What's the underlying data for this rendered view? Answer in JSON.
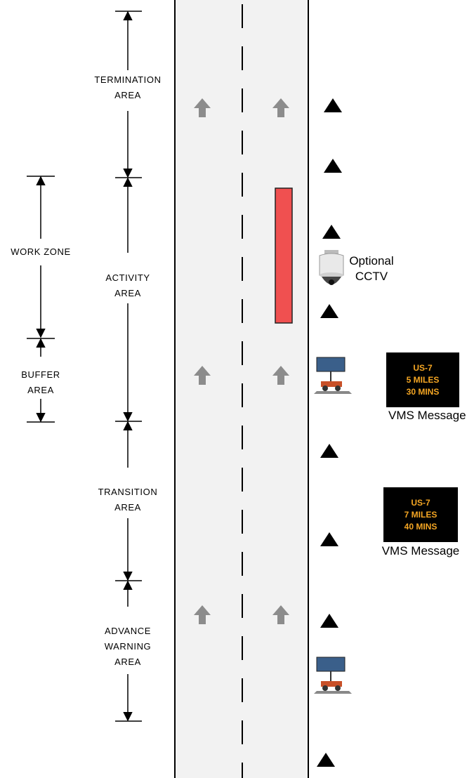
{
  "zones": {
    "termination": [
      "TERMINATION",
      "AREA"
    ],
    "work_zone": [
      "WORK ZONE"
    ],
    "activity": [
      "ACTIVITY",
      "AREA"
    ],
    "buffer": [
      "BUFFER",
      "AREA"
    ],
    "transition": [
      "TRANSITION",
      "AREA"
    ],
    "advance_warning": [
      "ADVANCE",
      "WARNING",
      "AREA"
    ]
  },
  "cctv_label": [
    "Optional",
    "CCTV"
  ],
  "vms_signs": [
    {
      "lines": [
        "US-7",
        "5 MILES",
        "30 MINS"
      ],
      "caption": "VMS Message"
    },
    {
      "lines": [
        "US-7",
        "7 MILES",
        "40 MINS"
      ],
      "caption": "VMS Message"
    }
  ],
  "colors": {
    "road": "#f2f2f2",
    "work_area": "#f05050",
    "arrow": "#8c8c8c",
    "vms_background": "#000000",
    "vms_text": "#f5a623",
    "cone": "#000000"
  },
  "icons": [
    "up-arrow-icon",
    "cone-icon",
    "cctv-camera-icon",
    "vms-trailer-icon"
  ]
}
